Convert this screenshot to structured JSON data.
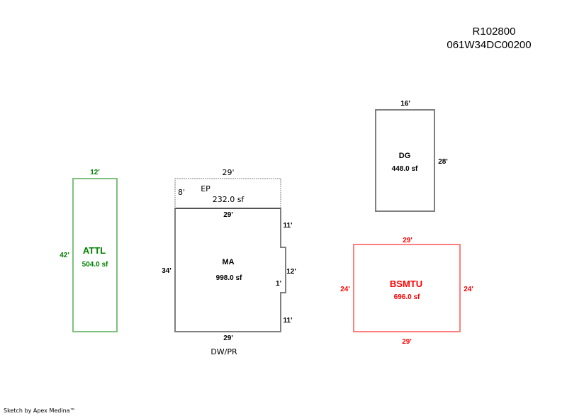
{
  "header": {
    "parcel_id": "R102800",
    "map_number": "061W34DC00200"
  },
  "colors": {
    "attl": "#7fc07f",
    "attl_text": "#008000",
    "bsmtu": "#ff7f7f",
    "bsmtu_text": "#ff0000",
    "default_line": "#7f7f7f",
    "default_text": "#000000"
  },
  "areas": {
    "attl": {
      "code": "ATTL",
      "area": "504.0 sf",
      "top": "12'",
      "left": "42'"
    },
    "ep": {
      "code": "EP",
      "area": "232.0 sf",
      "top": "29'",
      "left": "8'"
    },
    "ma": {
      "code": "MA",
      "area": "998.0 sf",
      "top": "29'",
      "left": "34'",
      "bottom": "29'",
      "right_upper": "11'",
      "right_notch": "12'",
      "notch_depth": "1'",
      "right_lower": "11'",
      "below_label": "DW/PR"
    },
    "dg": {
      "code": "DG",
      "area": "448.0 sf",
      "top": "16'",
      "right": "28'"
    },
    "bsmtu": {
      "code": "BSMTU",
      "area": "696.0 sf",
      "top": "29'",
      "left": "24'",
      "right": "24'",
      "bottom": "29'"
    }
  },
  "footer": {
    "credit": "Sketch by Apex Medina™"
  }
}
